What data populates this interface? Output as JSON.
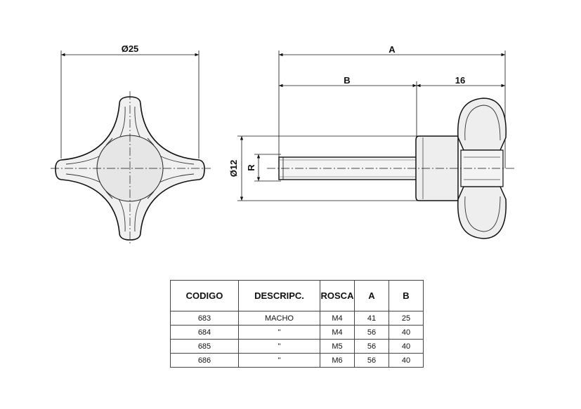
{
  "drawing": {
    "dim_diameter_knob": "Ø25",
    "dim_total_length": "A",
    "dim_thread_length": "B",
    "dim_knob_width": "16",
    "dim_diameter_hub": "Ø12",
    "dim_thread": "R",
    "line_color": "#111111",
    "fill_color": "#f2f2f2"
  },
  "table": {
    "headers": [
      "CODIGO",
      "DESCRIPC.",
      "ROSCA",
      "A",
      "B"
    ],
    "rows": [
      [
        "683",
        "MACHO",
        "M4",
        "41",
        "25"
      ],
      [
        "684",
        "\"",
        "M4",
        "56",
        "40"
      ],
      [
        "685",
        "\"",
        "M5",
        "56",
        "40"
      ],
      [
        "686",
        "\"",
        "M6",
        "56",
        "40"
      ]
    ]
  }
}
